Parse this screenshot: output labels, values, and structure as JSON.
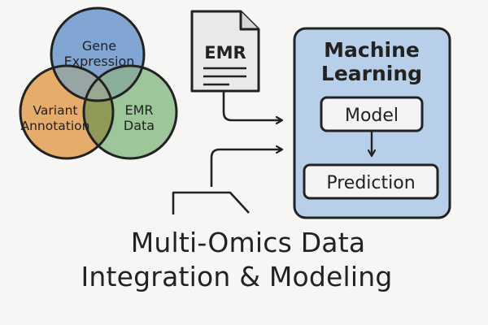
{
  "venn": {
    "gene_expression": {
      "line1": "Gene",
      "line2": "Expression",
      "color": "#82a6d4"
    },
    "variant_annotation": {
      "line1": "Variant",
      "line2": "Annotation",
      "color": "#e6ac6c"
    },
    "emr_data": {
      "line1": "EMR",
      "line2": "Data",
      "color": "#9dc79a"
    },
    "overlap_color": "#8f9a58"
  },
  "emr_document": {
    "label": "EMR"
  },
  "ml_panel": {
    "title_line1": "Machine",
    "title_line2": "Learning",
    "model_label": "Model",
    "prediction_label": "Prediction",
    "fill_color": "#b8cfea"
  },
  "title": {
    "line1": "Multi-Omics Data",
    "line2": "Integration & Modeling"
  }
}
